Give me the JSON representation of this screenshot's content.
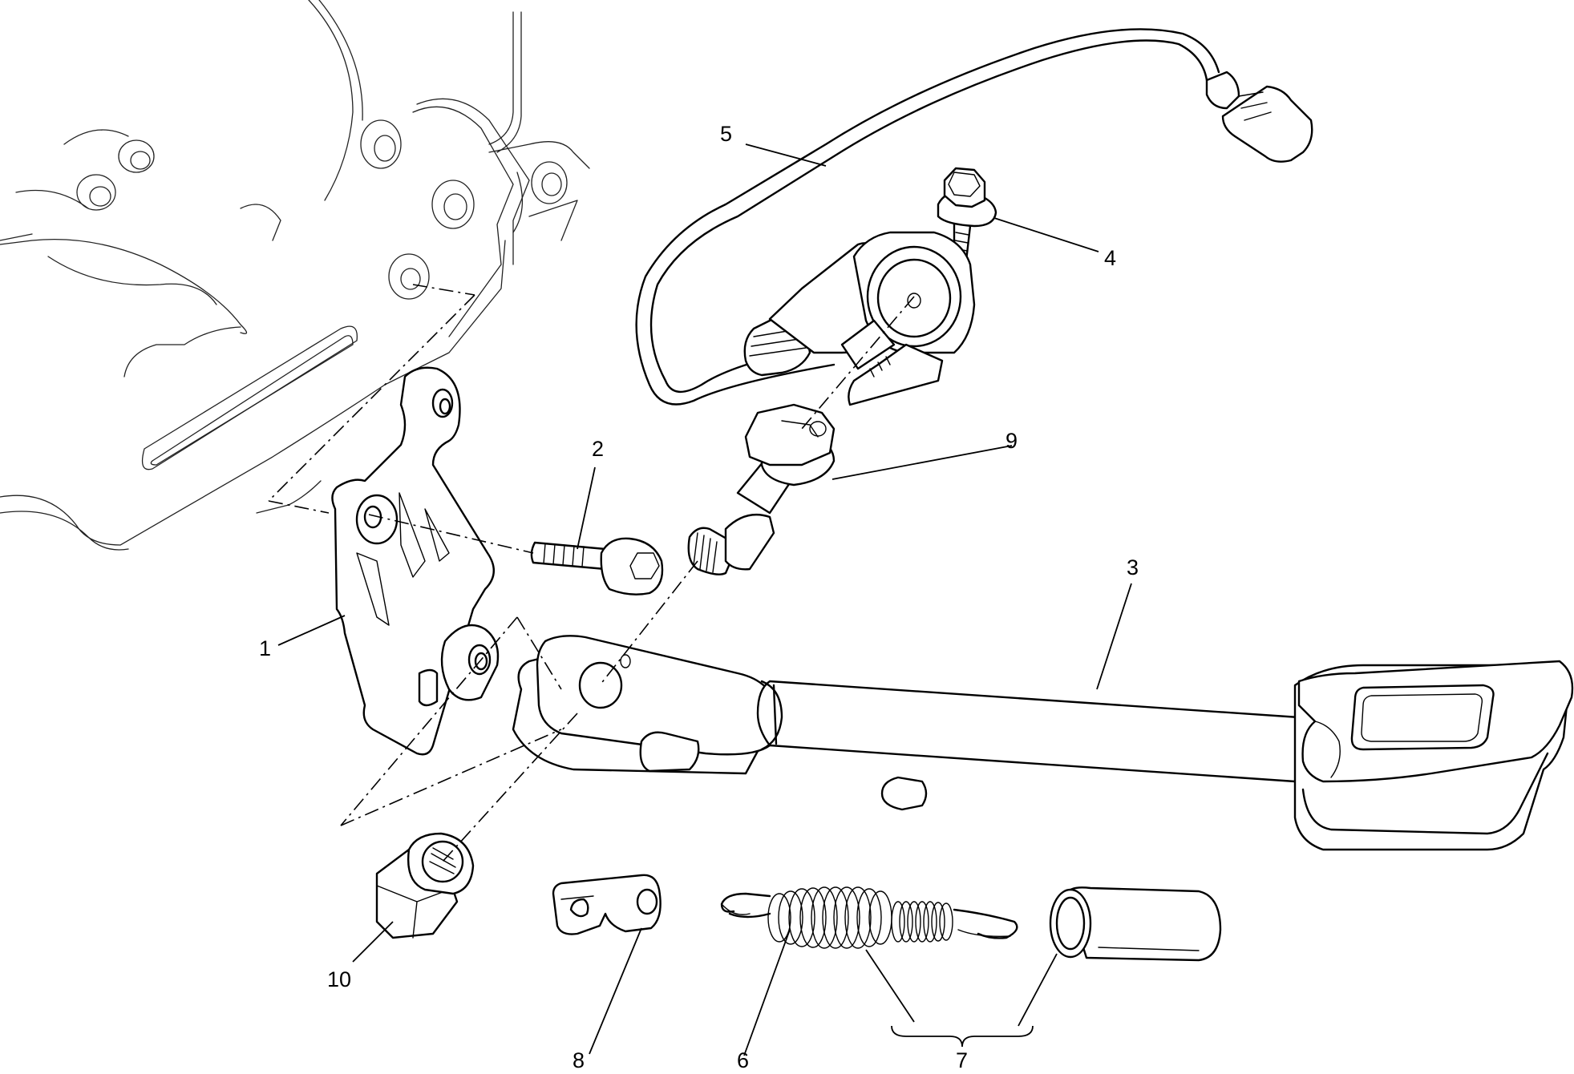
{
  "diagram": {
    "callouts": [
      {
        "id": "1",
        "label": "1"
      },
      {
        "id": "2",
        "label": "2"
      },
      {
        "id": "3",
        "label": "3"
      },
      {
        "id": "4",
        "label": "4"
      },
      {
        "id": "5",
        "label": "5"
      },
      {
        "id": "6",
        "label": "6"
      },
      {
        "id": "7",
        "label": "7"
      },
      {
        "id": "8",
        "label": "8"
      },
      {
        "id": "9",
        "label": "9"
      },
      {
        "id": "10",
        "label": "10"
      }
    ]
  }
}
